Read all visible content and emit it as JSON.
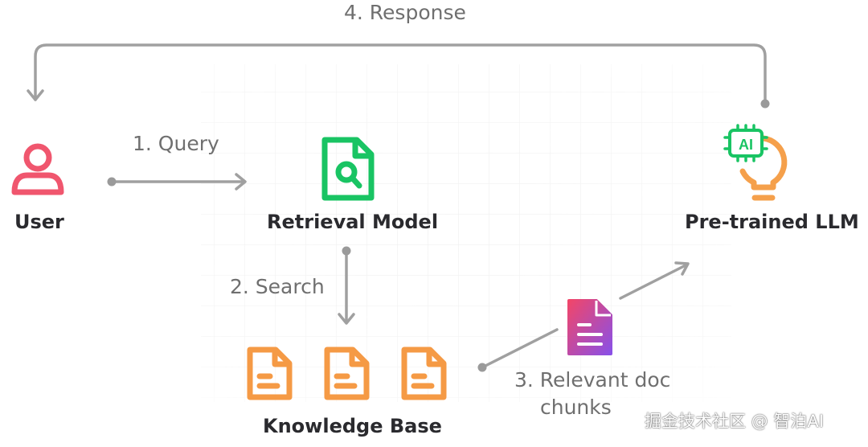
{
  "steps": {
    "response": "4. Response",
    "query": "1. Query",
    "search": "2. Search",
    "relevant_line1": "3. Relevant doc",
    "relevant_line2": "chunks"
  },
  "nodes": {
    "user": "User",
    "retrieval_model": "Retrieval Model",
    "llm": "Pre-trained LLM",
    "knowledge_base": "Knowledge Base",
    "llm_chip_text": "AI"
  },
  "watermark": "掘金技术社区 @ 智泊AI",
  "colors": {
    "user_icon": "#f0566e",
    "retrieval_icon": "#19c463",
    "llm_chip": "#19c463",
    "llm_bulb": "#f5a04b",
    "knowledge_docs": "#f59a45",
    "chunk_doc_start": "#f0466a",
    "chunk_doc_end": "#8a50e6",
    "arrow": "#9a9a9a",
    "grid": "#eeeeee"
  },
  "icons": {
    "user": "person-icon",
    "retrieval": "search-document-icon",
    "llm": "ai-chip-lightbulb-icon",
    "knowledge": "document-icon",
    "chunk": "document-icon"
  }
}
